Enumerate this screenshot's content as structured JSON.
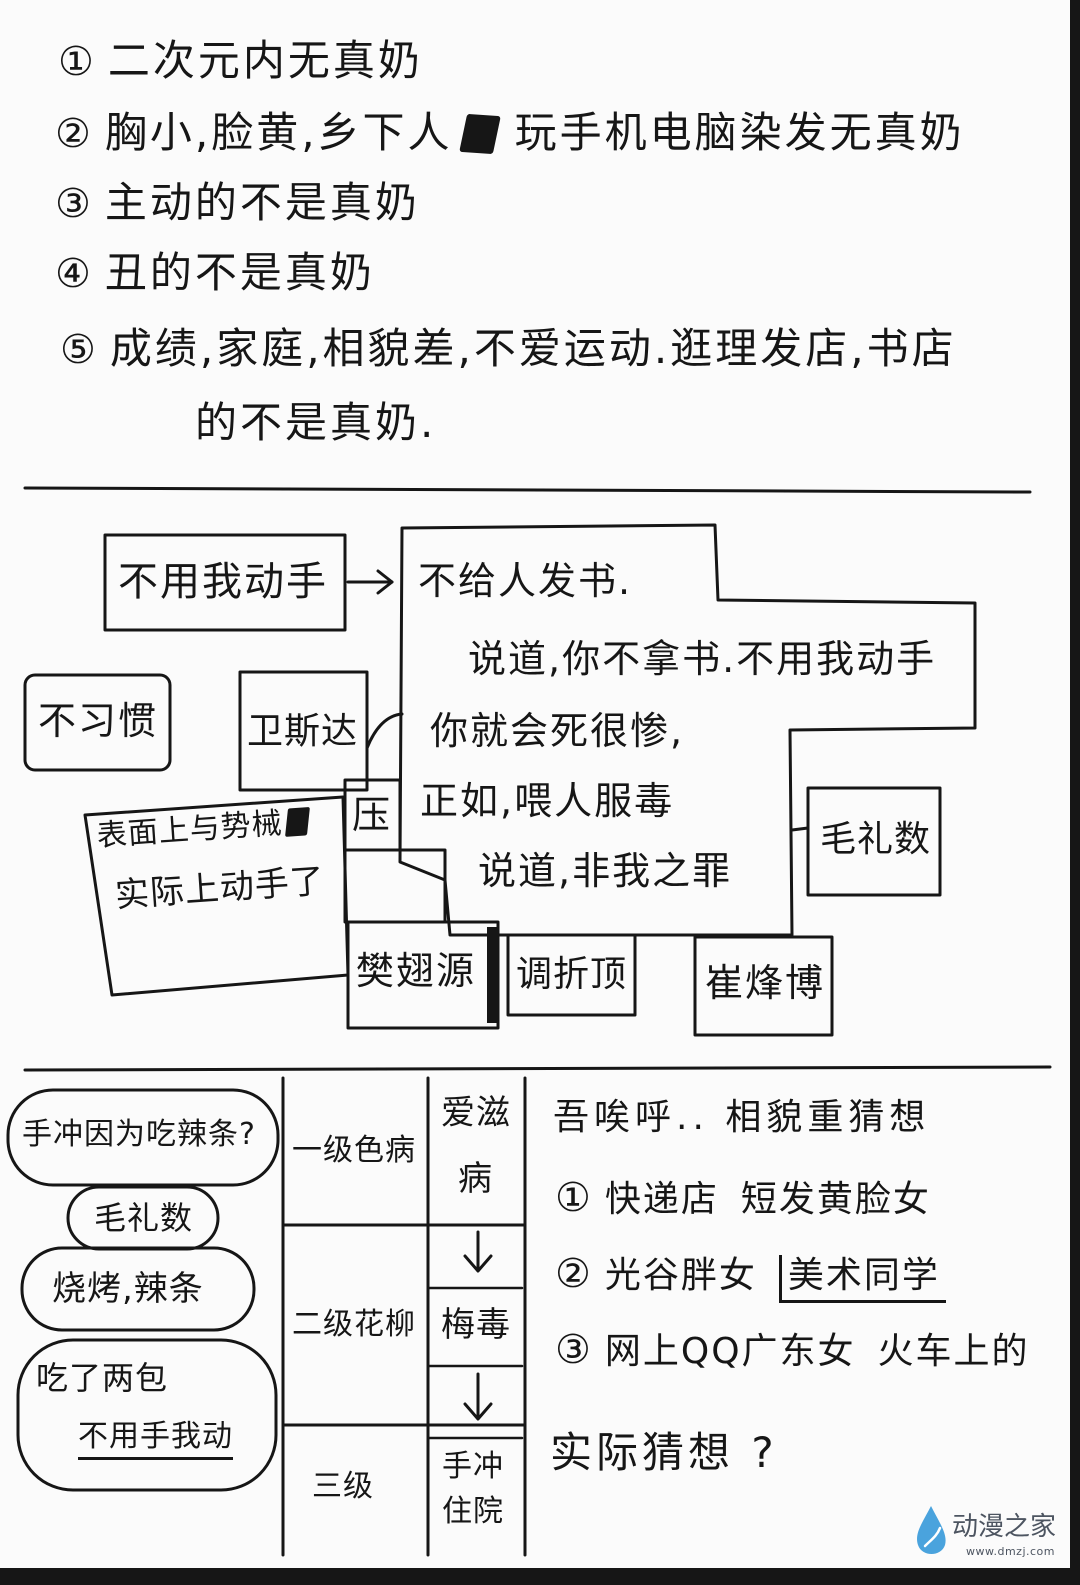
{
  "rules": [
    {
      "num": "①",
      "text": "二次元内无真奶"
    },
    {
      "num": "②",
      "text_a": "胸小,脸黄,乡下人",
      "text_b": "玩手机电脑染发无真奶"
    },
    {
      "num": "③",
      "text": "主动的不是真奶"
    },
    {
      "num": "④",
      "text": "丑的不是真奶"
    },
    {
      "num": "⑤",
      "line1": "成绩,家庭,相貌差,不爱运动.逛理发店,书店",
      "line2": "的不是真奶."
    }
  ],
  "diagram": {
    "source_box": "不用我动手",
    "center_lines": [
      "不给人发书.",
      "说道,你不拿书.不用我动手",
      "你就会死很惨,",
      "正如,喂人服毒",
      "说道,非我之罪"
    ],
    "boxes": {
      "buxiguan": "不习惯",
      "weisida": "卫斯达",
      "ya": "压",
      "surface_line1": "表面上与势械",
      "surface_line2": "实际上动手了",
      "fan": "樊翅源",
      "diao": "调折顶",
      "cui": "崔烽博",
      "mao": "毛礼数"
    }
  },
  "bottom": {
    "bubbles": {
      "question": "手冲因为吃辣条?",
      "mao": "毛礼数",
      "food": "烧烤,辣条",
      "ate_line1": "吃了两包",
      "ate_line2": "不用手我动"
    },
    "levels": [
      {
        "level": "一级色病",
        "disease": [
          "爱滋",
          "病"
        ]
      },
      {
        "level": "二级花柳",
        "disease": [
          "梅毒"
        ]
      },
      {
        "level": "三级",
        "disease": [
          "手冲",
          "住院"
        ]
      }
    ],
    "guess": {
      "title": "吾唉呼.. 相貌重猜想",
      "items": [
        {
          "num": "①",
          "a": "快递店",
          "b": "短发黄脸女"
        },
        {
          "num": "②",
          "a": "光谷胖女",
          "b": "美术同学"
        },
        {
          "num": "③",
          "a": "网上QQ广东女",
          "b": "火车上的"
        }
      ],
      "actual": "实际猜想 ?"
    }
  },
  "watermark": {
    "name": "动漫之家",
    "url": "www.dmzj.com",
    "logo_icon": "droplet-icon"
  },
  "colors": {
    "ink": "#161616",
    "paper": "#fbfbfb",
    "watermark_text": "#4d5561",
    "logo": "#4aa3dd"
  }
}
